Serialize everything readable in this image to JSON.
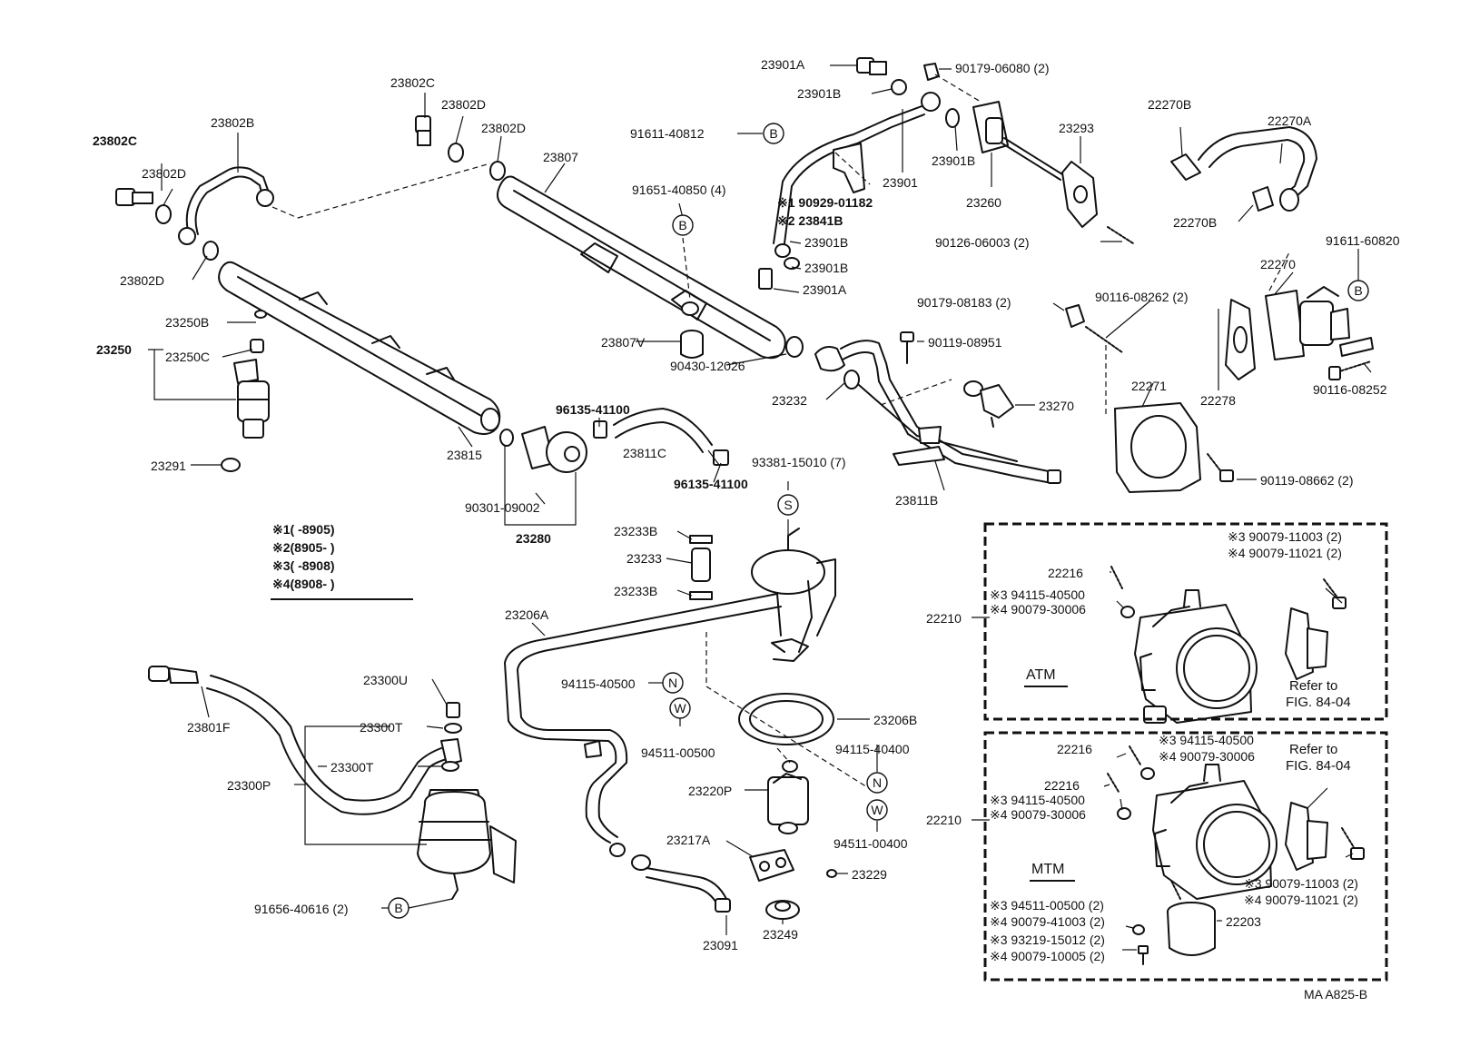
{
  "labels": {
    "l23802C_a": "23802C",
    "l23802C_b": "23802C",
    "l23802D_a": "23802D",
    "l23802D_b": "23802D",
    "l23802D_c": "23802D",
    "l23802D_d": "23802D",
    "l23802B": "23802B",
    "l23807": "23807",
    "l23250B": "23250B",
    "l23250": "23250",
    "l23250C": "23250C",
    "l23291": "23291",
    "l23815": "23815",
    "l90301": "90301-09002",
    "l23280": "23280",
    "l96135a": "96135-41100",
    "l96135b": "96135-41100",
    "l23811C": "23811C",
    "l23807V": "23807V",
    "l90430": "90430-12026",
    "l91651": "91651-40850 (4)",
    "l91611a": "91611-40812",
    "l23901A_a": "23901A",
    "l23901B_a": "23901B",
    "l23901B_b": "23901B",
    "l23901B_c": "23901B",
    "l23901A_b": "23901A",
    "l23901": "23901",
    "l23901B_d": "23901B",
    "l90179a": "90179-06080 (2)",
    "l23260": "23260",
    "l23293": "23293",
    "l90126": "90126-06003 (2)",
    "l22270B_a": "22270B",
    "l22270B_b": "22270B",
    "l22270A": "22270A",
    "l91611b": "91611-60820",
    "l22270": "22270",
    "l90179b": "90179-08183 (2)",
    "l90116a": "90116-08262 (2)",
    "l90119a": "90119-08951",
    "l23232": "23232",
    "l23270": "23270",
    "l22271": "22271",
    "l22278": "22278",
    "l90116b": "90116-08252",
    "l90119b": "90119-08662 (2)",
    "l93381": "93381-15010 (7)",
    "l23811B": "23811B",
    "l23233B_a": "23233B",
    "l23233": "23233",
    "l23233B_b": "23233B",
    "l23206A": "23206A",
    "l23206B": "23206B",
    "l94115a": "94115-40500",
    "l94511a": "94511-00500",
    "l94115b": "94115-40400",
    "l94511b": "94511-00400",
    "l23220P": "23220P",
    "l23217A": "23217A",
    "l23229": "23229",
    "l23249": "23249",
    "l23091": "23091",
    "l23300U": "23300U",
    "l23300T_a": "23300T",
    "l23300T_b": "23300T",
    "l23300P": "23300P",
    "l23801F": "23801F",
    "l91656": "91656-40616 (2)",
    "l22216_a": "22216",
    "l22216_b": "22216",
    "l22216_c": "22216",
    "l22210_a": "22210",
    "l22210_b": "22210",
    "l22203": "22203",
    "figid": "MA A825-B"
  },
  "callout_letters": {
    "b1": "B",
    "b2": "B",
    "b3": "B",
    "b4": "B",
    "s1": "S",
    "n1": "N",
    "n2": "N",
    "w1": "W",
    "w2": "W"
  },
  "notes": {
    "n1": "※1(      -8905)",
    "n2": "※2(8905-       )",
    "n3": "※3(      -8908)",
    "n4": "※4(8908-       )",
    "m1": "※1 90929-01182",
    "m2": "※2 23841B"
  },
  "atm_box": {
    "title": "ATM",
    "p1": "※3 90079-11003 (2)",
    "p2": "※4 90079-11021 (2)",
    "p3": "※3 94115-40500",
    "p4": "※4 90079-30006",
    "ref1": "Refer to",
    "ref2": "FIG. 84-04"
  },
  "mtm_box": {
    "title": "MTM",
    "p1": "※3 94115-40500",
    "p2": "※4 90079-30006",
    "p3": "※3 94115-40500",
    "p4": "※4 90079-30006",
    "p5": "※3 90079-11003 (2)",
    "p6": "※4 90079-11021 (2)",
    "p7": "※3 94511-00500 (2)",
    "p8": "※4 90079-41003 (2)",
    "p9": "※3 93219-15012 (2)",
    "p10": "※4 90079-10005 (2)",
    "ref1": "Refer to",
    "ref2": "FIG. 84-04"
  }
}
